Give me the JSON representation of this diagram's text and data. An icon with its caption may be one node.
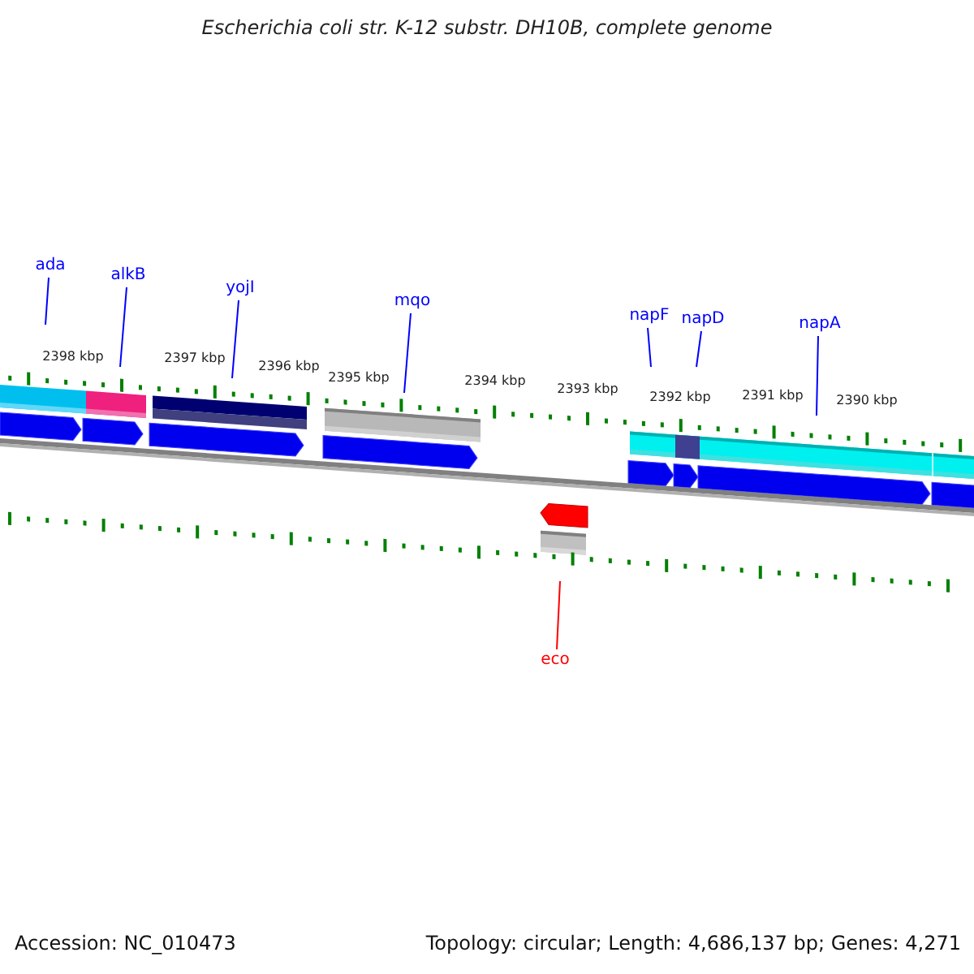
{
  "diagram": {
    "title": "Escherichia coli str. K-12 substr. DH10B, complete genome",
    "nodes": [
      {
        "text": [
          "ada"
        ]
      },
      {
        "text": [
          "alkB"
        ]
      },
      {
        "text": [
          "yojI"
        ]
      },
      {
        "text": [
          "mqo"
        ]
      },
      {
        "text": [
          "napF"
        ]
      },
      {
        "text": [
          "napD"
        ]
      },
      {
        "text": [
          "napA"
        ]
      },
      {
        "text": [
          "eco"
        ]
      }
    ],
    "edges": [
      {
        "from": 0,
        "to": null,
        "arrow": "none"
      },
      {
        "from": 1,
        "to": null,
        "arrow": "none"
      },
      {
        "from": 2,
        "to": null,
        "arrow": "none"
      },
      {
        "from": 3,
        "to": null,
        "arrow": "none"
      },
      {
        "from": 4,
        "to": null,
        "arrow": "none"
      },
      {
        "from": 5,
        "to": null,
        "arrow": "none"
      },
      {
        "from": 6,
        "to": null,
        "arrow": "none"
      },
      {
        "from": 7,
        "to": null,
        "arrow": "none",
        "color": "#ff0000"
      }
    ],
    "labels": [
      "2398 kbp",
      "2397 kbp",
      "2396 kbp",
      "2395 kbp",
      "2394 kbp",
      "2393 kbp",
      "2392 kbp",
      "2391 kbp",
      "2390 kbp",
      "Accession: NC_010473",
      "Topology: circular; Length: 4,686,137 bp; Genes: 4,271"
    ]
  }
}
